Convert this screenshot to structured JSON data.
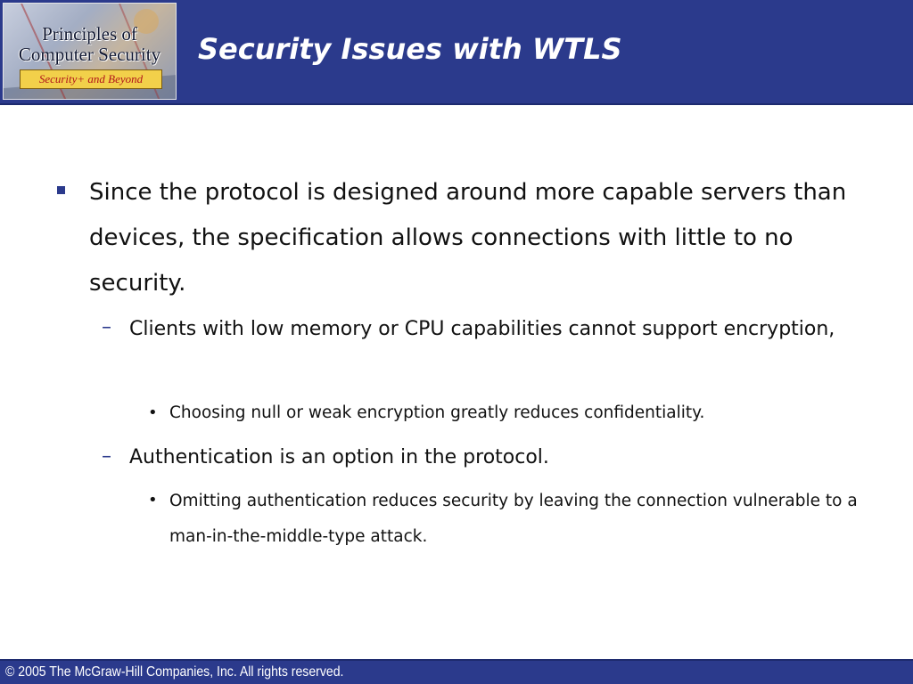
{
  "header": {
    "logo": {
      "line1": "Principles of",
      "line2": "Computer Security",
      "subtitle": "Security+ and Beyond"
    },
    "title": "Security Issues with WTLS"
  },
  "content": {
    "bullet": {
      "text": "Since the protocol is designed around more capable servers than devices, the specification allows connections with little to no security.",
      "sub_items": [
        {
          "marker": "–",
          "text": "Clients with low memory or CPU capabilities cannot support encryption,",
          "sub_items": [
            {
              "marker": "•",
              "text": "Choosing null or weak encryption greatly reduces confidentiality."
            }
          ]
        },
        {
          "marker": "–",
          "text": "Authentication is an option in the protocol.",
          "sub_items": [
            {
              "marker": "•",
              "text": "Omitting authentication reduces security by leaving the connection vulnerable to a man-in-the-middle-type attack."
            }
          ]
        }
      ]
    }
  },
  "footer": {
    "copyright": "© 2005 The McGraw-Hill Companies, Inc. All rights reserved."
  },
  "colors": {
    "header_bg": "#2b3a8c",
    "title_text": "#ffffff",
    "body_text": "#111111",
    "accent": "#2b3a8c"
  }
}
